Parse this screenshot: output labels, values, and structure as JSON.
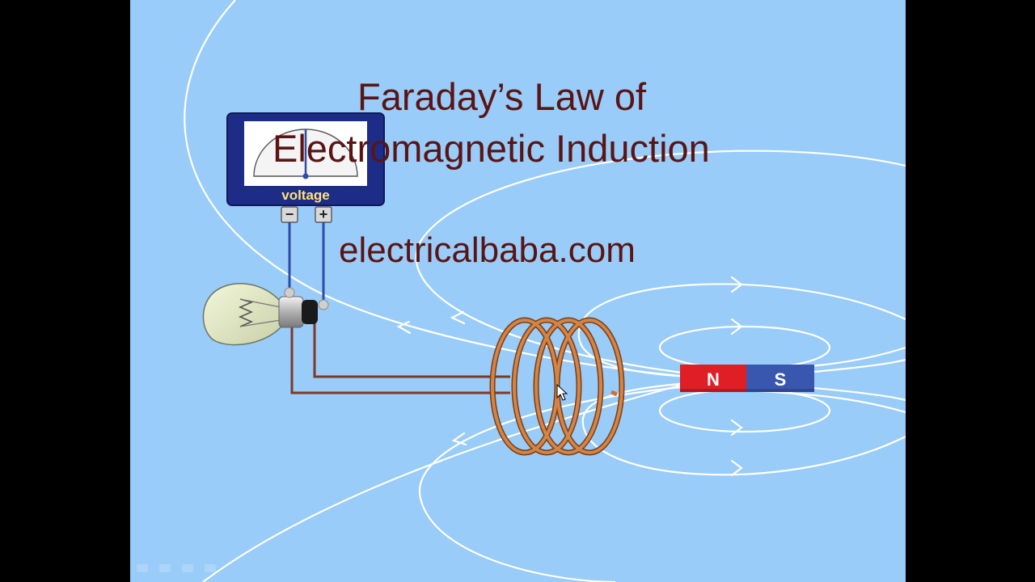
{
  "title": {
    "line1": "Faraday’s Law of",
    "line2": "Electromagnetic Induction"
  },
  "website": "electricalbaba.com",
  "voltmeter": {
    "label": "voltage",
    "minus_symbol": "−",
    "plus_symbol": "+"
  },
  "magnet": {
    "north_label": "N",
    "south_label": "S",
    "north_color": "#e01e26",
    "south_color": "#3a57b0"
  },
  "colors": {
    "background": "#99ccf8",
    "field_lines": "#ffffff",
    "coil": "#c8713a",
    "wire": "#7a3a2a",
    "meter_case": "#1d2c86",
    "meter_label": "#ffe27a",
    "title_text": "#5a1414"
  },
  "icons": {
    "bulb": "light-bulb-icon",
    "cursor": "mouse-pointer-icon"
  }
}
